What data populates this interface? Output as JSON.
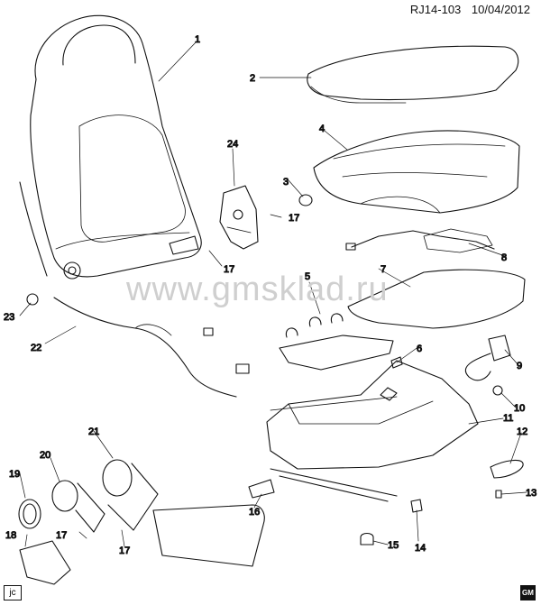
{
  "header": {
    "ref": "RJ14-103",
    "date": "10/04/2012"
  },
  "watermark": "www.gmsklad.ru",
  "corner_tag": "jc",
  "logo_text": "GM",
  "callouts": {
    "c1": "1",
    "c2": "2",
    "c3": "3",
    "c4": "4",
    "c5": "5",
    "c6": "6",
    "c7": "7",
    "c8": "8",
    "c9": "9",
    "c10": "10",
    "c11": "11",
    "c12": "12",
    "c13": "13",
    "c14": "14",
    "c15": "15",
    "c16": "16",
    "c17a": "17",
    "c17b": "17",
    "c17c": "17",
    "c17d": "17",
    "c18": "18",
    "c19": "19",
    "c20": "20",
    "c21": "21",
    "c22": "22",
    "c23": "23",
    "c24": "24"
  }
}
